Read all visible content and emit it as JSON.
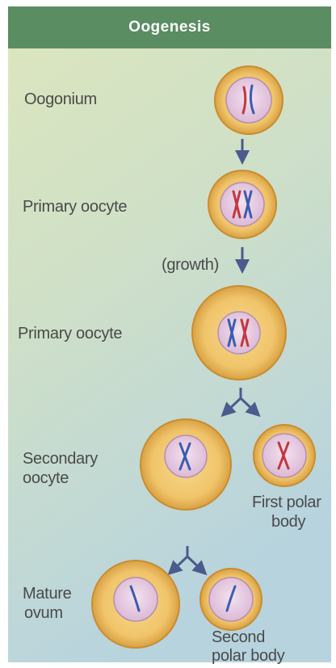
{
  "title": "Oogenesis",
  "labels": {
    "oogonium": "Oogonium",
    "primary_oocyte_1": "Primary oocyte",
    "growth": "(growth)",
    "primary_oocyte_2": "Primary oocyte",
    "secondary_oocyte_line1": "Secondary",
    "secondary_oocyte_line2": "oocyte",
    "first_polar_line1": "First polar",
    "first_polar_line2": "body",
    "mature_ovum_line1": "Mature",
    "mature_ovum_line2": "ovum",
    "second_polar_line1": "Second",
    "second_polar_line2": "polar body"
  },
  "colors": {
    "title_bar": "#5a8d62",
    "background_top": "#dde6bd",
    "background_bottom": "#b7d3de",
    "cell_fill": "#f0c46a",
    "cell_edge": "#c98d2f",
    "nucleus_fill": "#e8cde6",
    "chromosome_red": "#c2373f",
    "chromosome_blue": "#3b5cb0",
    "arrow": "#4a5b8c"
  }
}
